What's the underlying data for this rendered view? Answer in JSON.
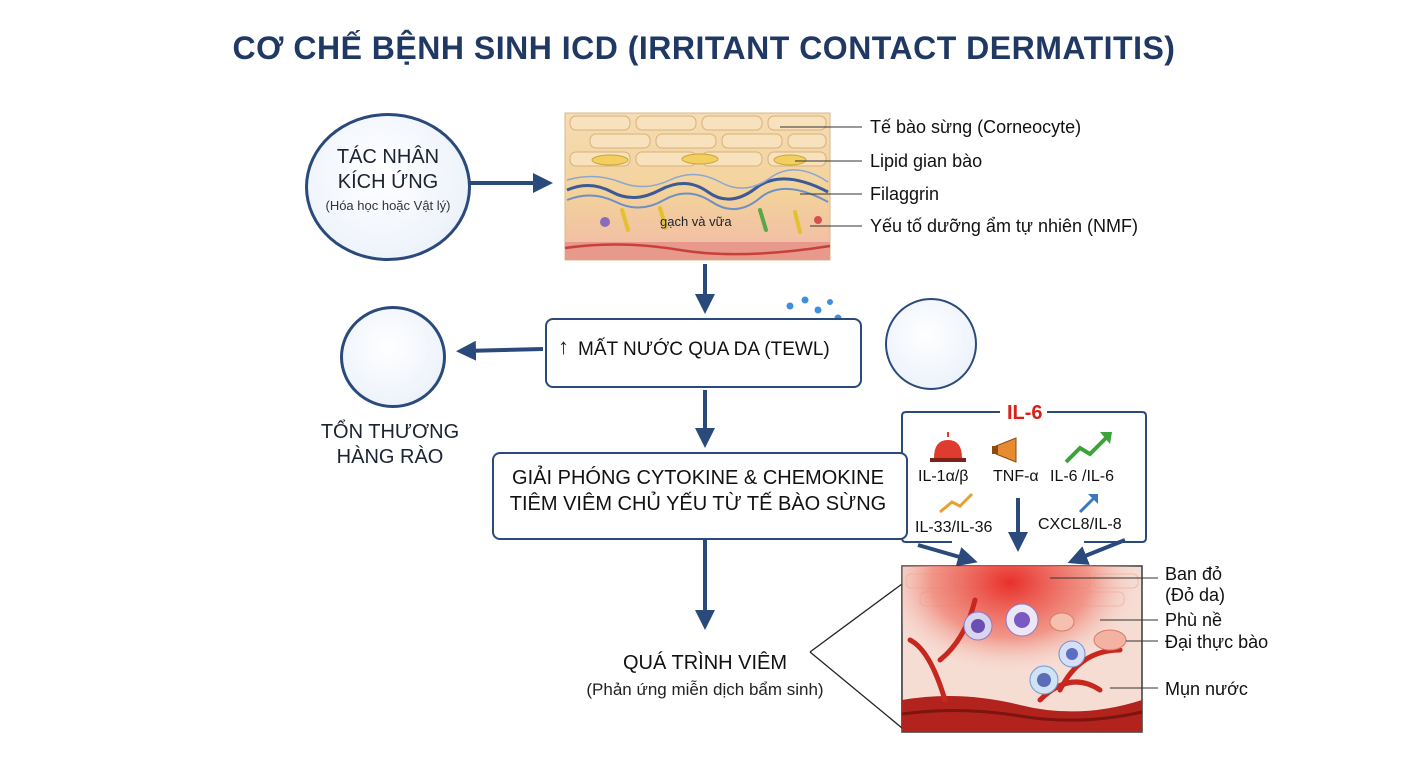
{
  "title": "CƠ CHẾ BỆNH SINH ICD (IRRITANT CONTACT DERMATITIS)",
  "irritant": {
    "line1": "TÁC NHÂN",
    "line2": "KÍCH ỨNG",
    "sub": "(Hóa học hoặc Vật lý)"
  },
  "skin_layer": {
    "inner_label": "gạch và vữa",
    "labels": [
      "Tế bào sừng (Corneocyte)",
      "Lipid gian bào",
      "Filaggrin",
      "Yếu tố dưỡng ẩm tự nhiên (NMF)"
    ]
  },
  "tewl": {
    "arrow": "↑",
    "text": "MẤT NƯỚC QUA DA (TEWL)"
  },
  "barrier": {
    "line1": "TỔN THƯƠNG",
    "line2": "HÀNG RÀO"
  },
  "cytokine_box": {
    "line1": "GIẢI PHÓNG CYTOKINE & CHEMOKINE",
    "line2": "TIÊM VIÊM CHỦ YẾU TỪ TẾ BÀO SỪNG"
  },
  "cytokines": {
    "header": "IL-6",
    "il1": "IL-1α/β",
    "tnf": "TNF-α",
    "il6": "IL-6 /IL-6",
    "il33": "IL-33/IL-36",
    "cxcl8": "CXCL8/IL-8"
  },
  "inflammation": {
    "line1": "QUÁ TRÌNH VIÊM",
    "line2": "(Phản ứng miễn dịch bẩm sinh)"
  },
  "tissue_labels": {
    "erythema1": "Ban đỏ",
    "erythema2": "(Đỏ da)",
    "edema": "Phù nề",
    "macrophage": "Đại thực bào",
    "vesicle": "Mụn nước"
  },
  "colors": {
    "navy": "#1f3864",
    "arrow": "#2a4a7c",
    "inflamed": "#e23b32"
  }
}
